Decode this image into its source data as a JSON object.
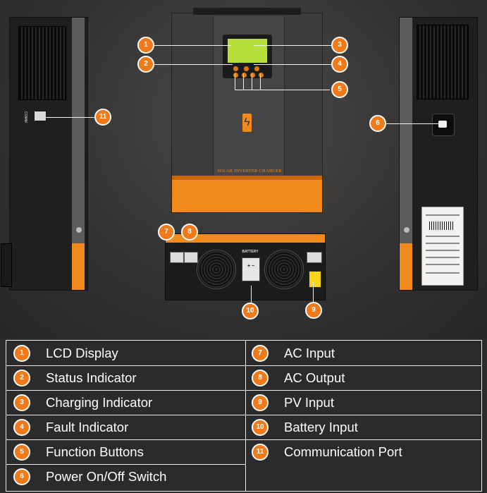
{
  "product": {
    "front_label": "SOLAR INVERTER CHARGER",
    "comm_port_label": "COMM",
    "battery_label": "BATTERY",
    "battery_polarity": "+ −",
    "bolt_symbol": "ϟ"
  },
  "callouts": [
    "1",
    "2",
    "3",
    "4",
    "5",
    "6",
    "7",
    "8",
    "9",
    "10",
    "11"
  ],
  "legend": {
    "left": [
      {
        "num": "1",
        "label": "LCD Display"
      },
      {
        "num": "2",
        "label": "Status Indicator"
      },
      {
        "num": "3",
        "label": "Charging Indicator"
      },
      {
        "num": "4",
        "label": "Fault Indicator"
      },
      {
        "num": "5",
        "label": "Function Buttons"
      },
      {
        "num": "6",
        "label": "Power On/Off Switch"
      }
    ],
    "right": [
      {
        "num": "7",
        "label": "AC Input"
      },
      {
        "num": "8",
        "label": "AC Output"
      },
      {
        "num": "9",
        "label": "PV Input"
      },
      {
        "num": "10",
        "label": "Battery Input"
      },
      {
        "num": "11",
        "label": "Communication Port"
      }
    ]
  },
  "colors": {
    "accent": "#f07a1a",
    "background": "#2b2b2b",
    "lcd": "#b7e03a"
  }
}
